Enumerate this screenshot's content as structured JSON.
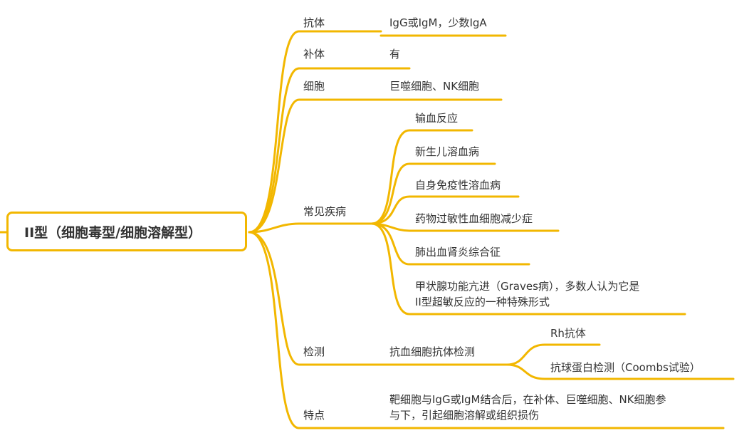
{
  "root": {
    "label": "II型（细胞毒型/细胞溶解型）"
  },
  "branches": {
    "antibody": {
      "label": "抗体",
      "value": "IgG或IgM，少数IgA"
    },
    "complement": {
      "label": "补体",
      "value": "有"
    },
    "cells": {
      "label": "细胞",
      "value": "巨噬细胞、NK细胞"
    },
    "diseases": {
      "label": "常见疾病",
      "items": [
        "输血反应",
        "新生儿溶血病",
        "自身免疫性溶血病",
        "药物过敏性血细胞减少症",
        "肺出血肾炎综合征"
      ],
      "graves_line1": "甲状腺功能亢进（Graves病），多数人认为它是",
      "graves_line2": "II型超敏反应的一种特殊形式"
    },
    "detection": {
      "label": "检测",
      "value": "抗血细胞抗体检测",
      "sub": [
        "Rh抗体",
        "抗球蛋白检测（Coombs试验）"
      ]
    },
    "features": {
      "label": "特点",
      "line1": "靶细胞与IgG或IgM结合后，在补体、巨噬细胞、NK细胞参",
      "line2": "与下，引起细胞溶解或组织损伤"
    }
  },
  "colors": {
    "line": "#f2b700",
    "text": "#333333"
  }
}
